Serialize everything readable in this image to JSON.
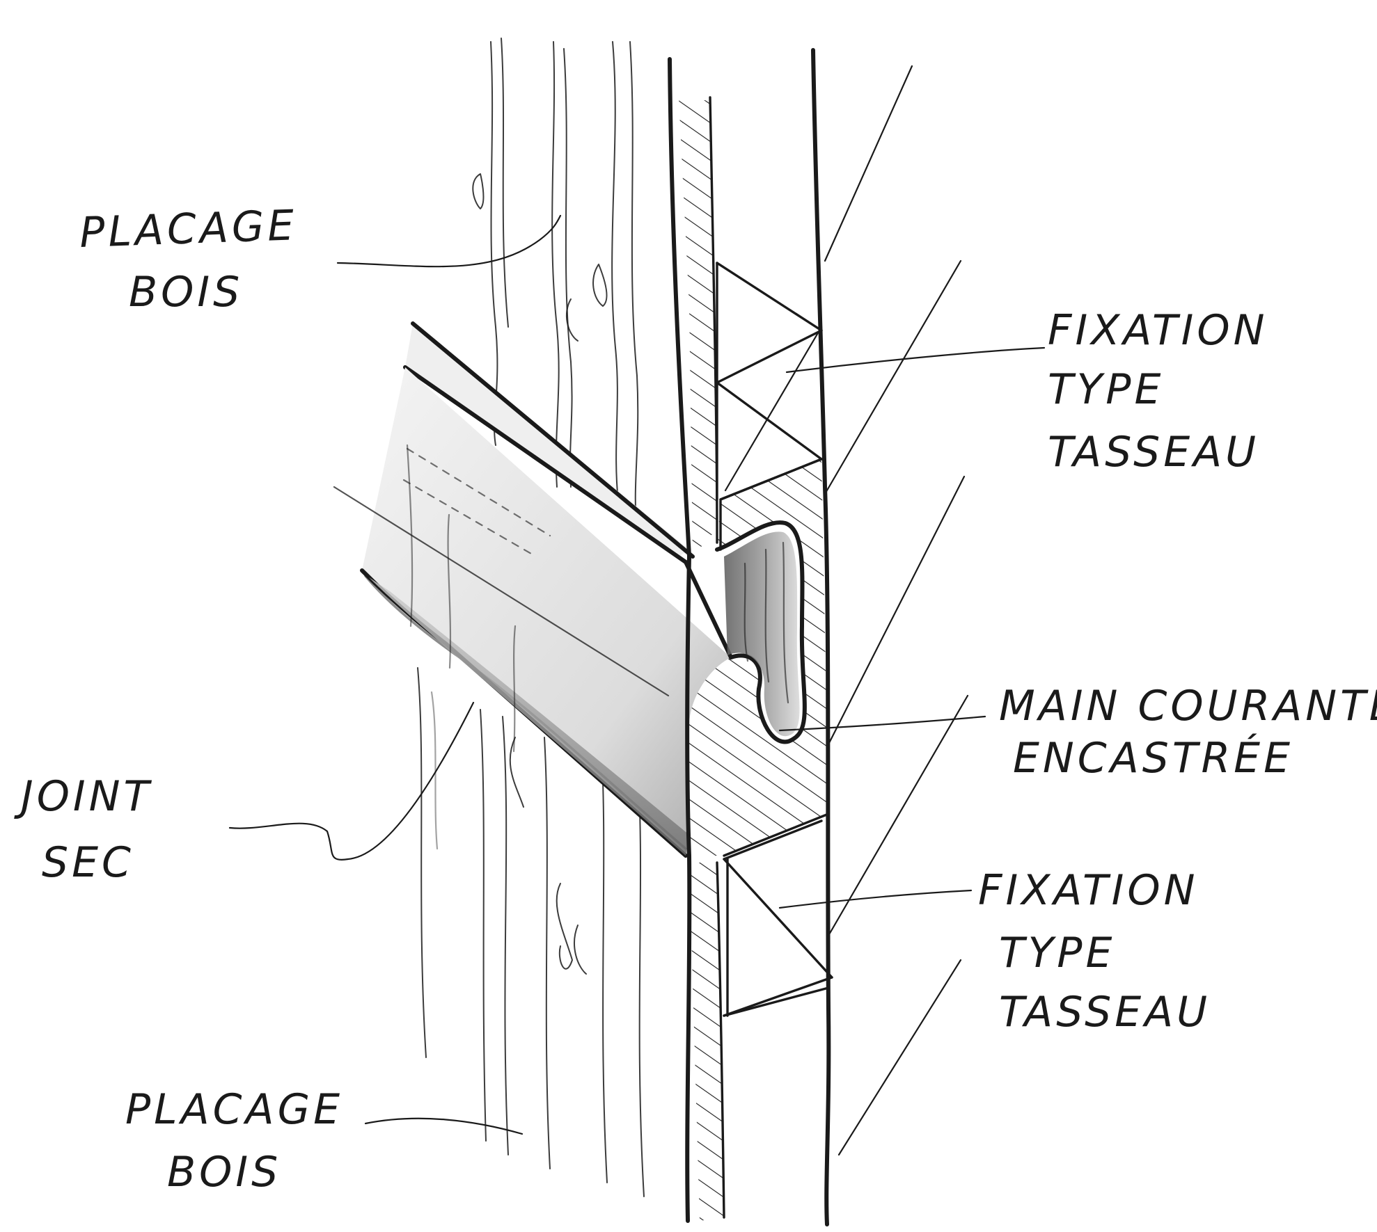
{
  "labels": {
    "placage_top_line1": "PLACAGE",
    "placage_top_line2": "BOIS",
    "fixation_top_line1": "FIXATION",
    "fixation_top_line2": "TYPE",
    "fixation_top_line3": "TASSEAU",
    "main_line1": "MAIN COURANTE",
    "main_line2": "ENCASTRÉE",
    "joint_line1": "JOINT",
    "joint_line2": "SEC",
    "fixation_bottom_line1": "FIXATION",
    "fixation_bottom_line2": "TYPE",
    "fixation_bottom_line3": "TASSEAU",
    "placage_bottom_line1": "PLACAGE",
    "placage_bottom_line2": "BOIS"
  },
  "colors": {
    "ink": "#1a1a1a",
    "paper": "#ffffff",
    "shade_dark": "#8a8a8a",
    "shade_light": "#e4e4e4"
  }
}
